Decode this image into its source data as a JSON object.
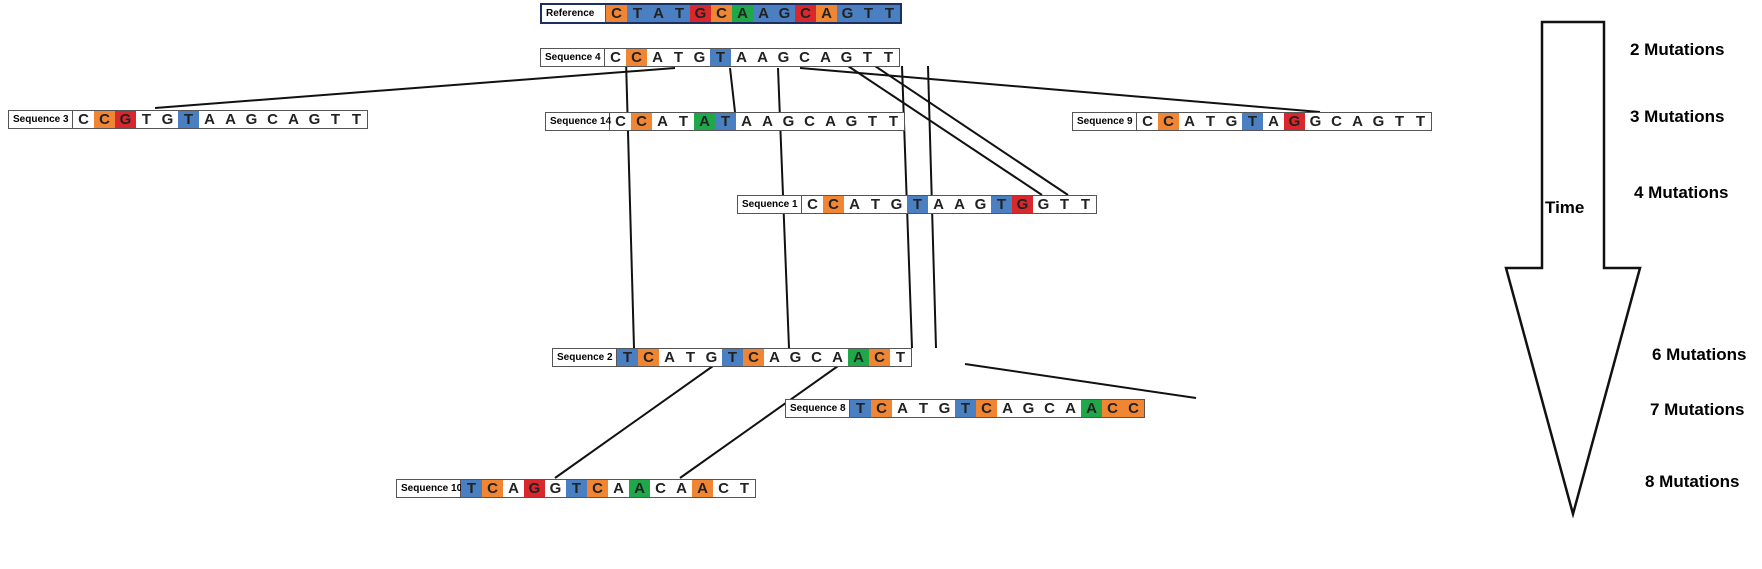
{
  "sequences": [
    {
      "id": "reference",
      "label": "Reference",
      "bases": "CTATGCAAGCAGTT",
      "colors": "obbbrogbbrobbb"
    },
    {
      "id": "seq4",
      "label": "Sequence 4",
      "bases": "CCATGTAAGCAGTT",
      "colors": ".o...b........"
    },
    {
      "id": "seq3",
      "label": "Sequence 3",
      "bases": "CCGTGTAAGCAGTT",
      "colors": ".or..b........"
    },
    {
      "id": "seq14",
      "label": "Sequence 14",
      "bases": "CCATATAAGCAGTT",
      "colors": ".o..gb........"
    },
    {
      "id": "seq9",
      "label": "Sequence 9",
      "bases": "CCATGTAGGCAGTT",
      "colors": ".o...b.r......"
    },
    {
      "id": "seq1",
      "label": "Sequence 1",
      "bases": "CCATGTAAGTGGTT",
      "colors": ".o...b...br..."
    },
    {
      "id": "seq2",
      "label": "Sequence 2",
      "bases": "TCATGTCAGCAACT",
      "colors": "bo...bo....go."
    },
    {
      "id": "seq8",
      "label": "Sequence 8",
      "bases": "TCATGTCAGCAACC",
      "colors": "bo...bo....goo"
    },
    {
      "id": "seq10",
      "label": "Sequence 10",
      "bases": "TCAGGTCAACAACT",
      "colors": "bo.r.bo.g..o.."
    }
  ],
  "mutations": [
    {
      "id": "m2",
      "text": "2 Mutations"
    },
    {
      "id": "m3",
      "text": "3 Mutations"
    },
    {
      "id": "m4",
      "text": "4 Mutations"
    },
    {
      "id": "m6",
      "text": "6 Mutations"
    },
    {
      "id": "m7",
      "text": "7 Mutations"
    },
    {
      "id": "m8",
      "text": "8 Mutations"
    }
  ],
  "time_label": "Time",
  "colors": {
    "o": "#f08533",
    "b": "#4a7fc1",
    "r": "#d9282d",
    "g": "#1fa74a"
  }
}
